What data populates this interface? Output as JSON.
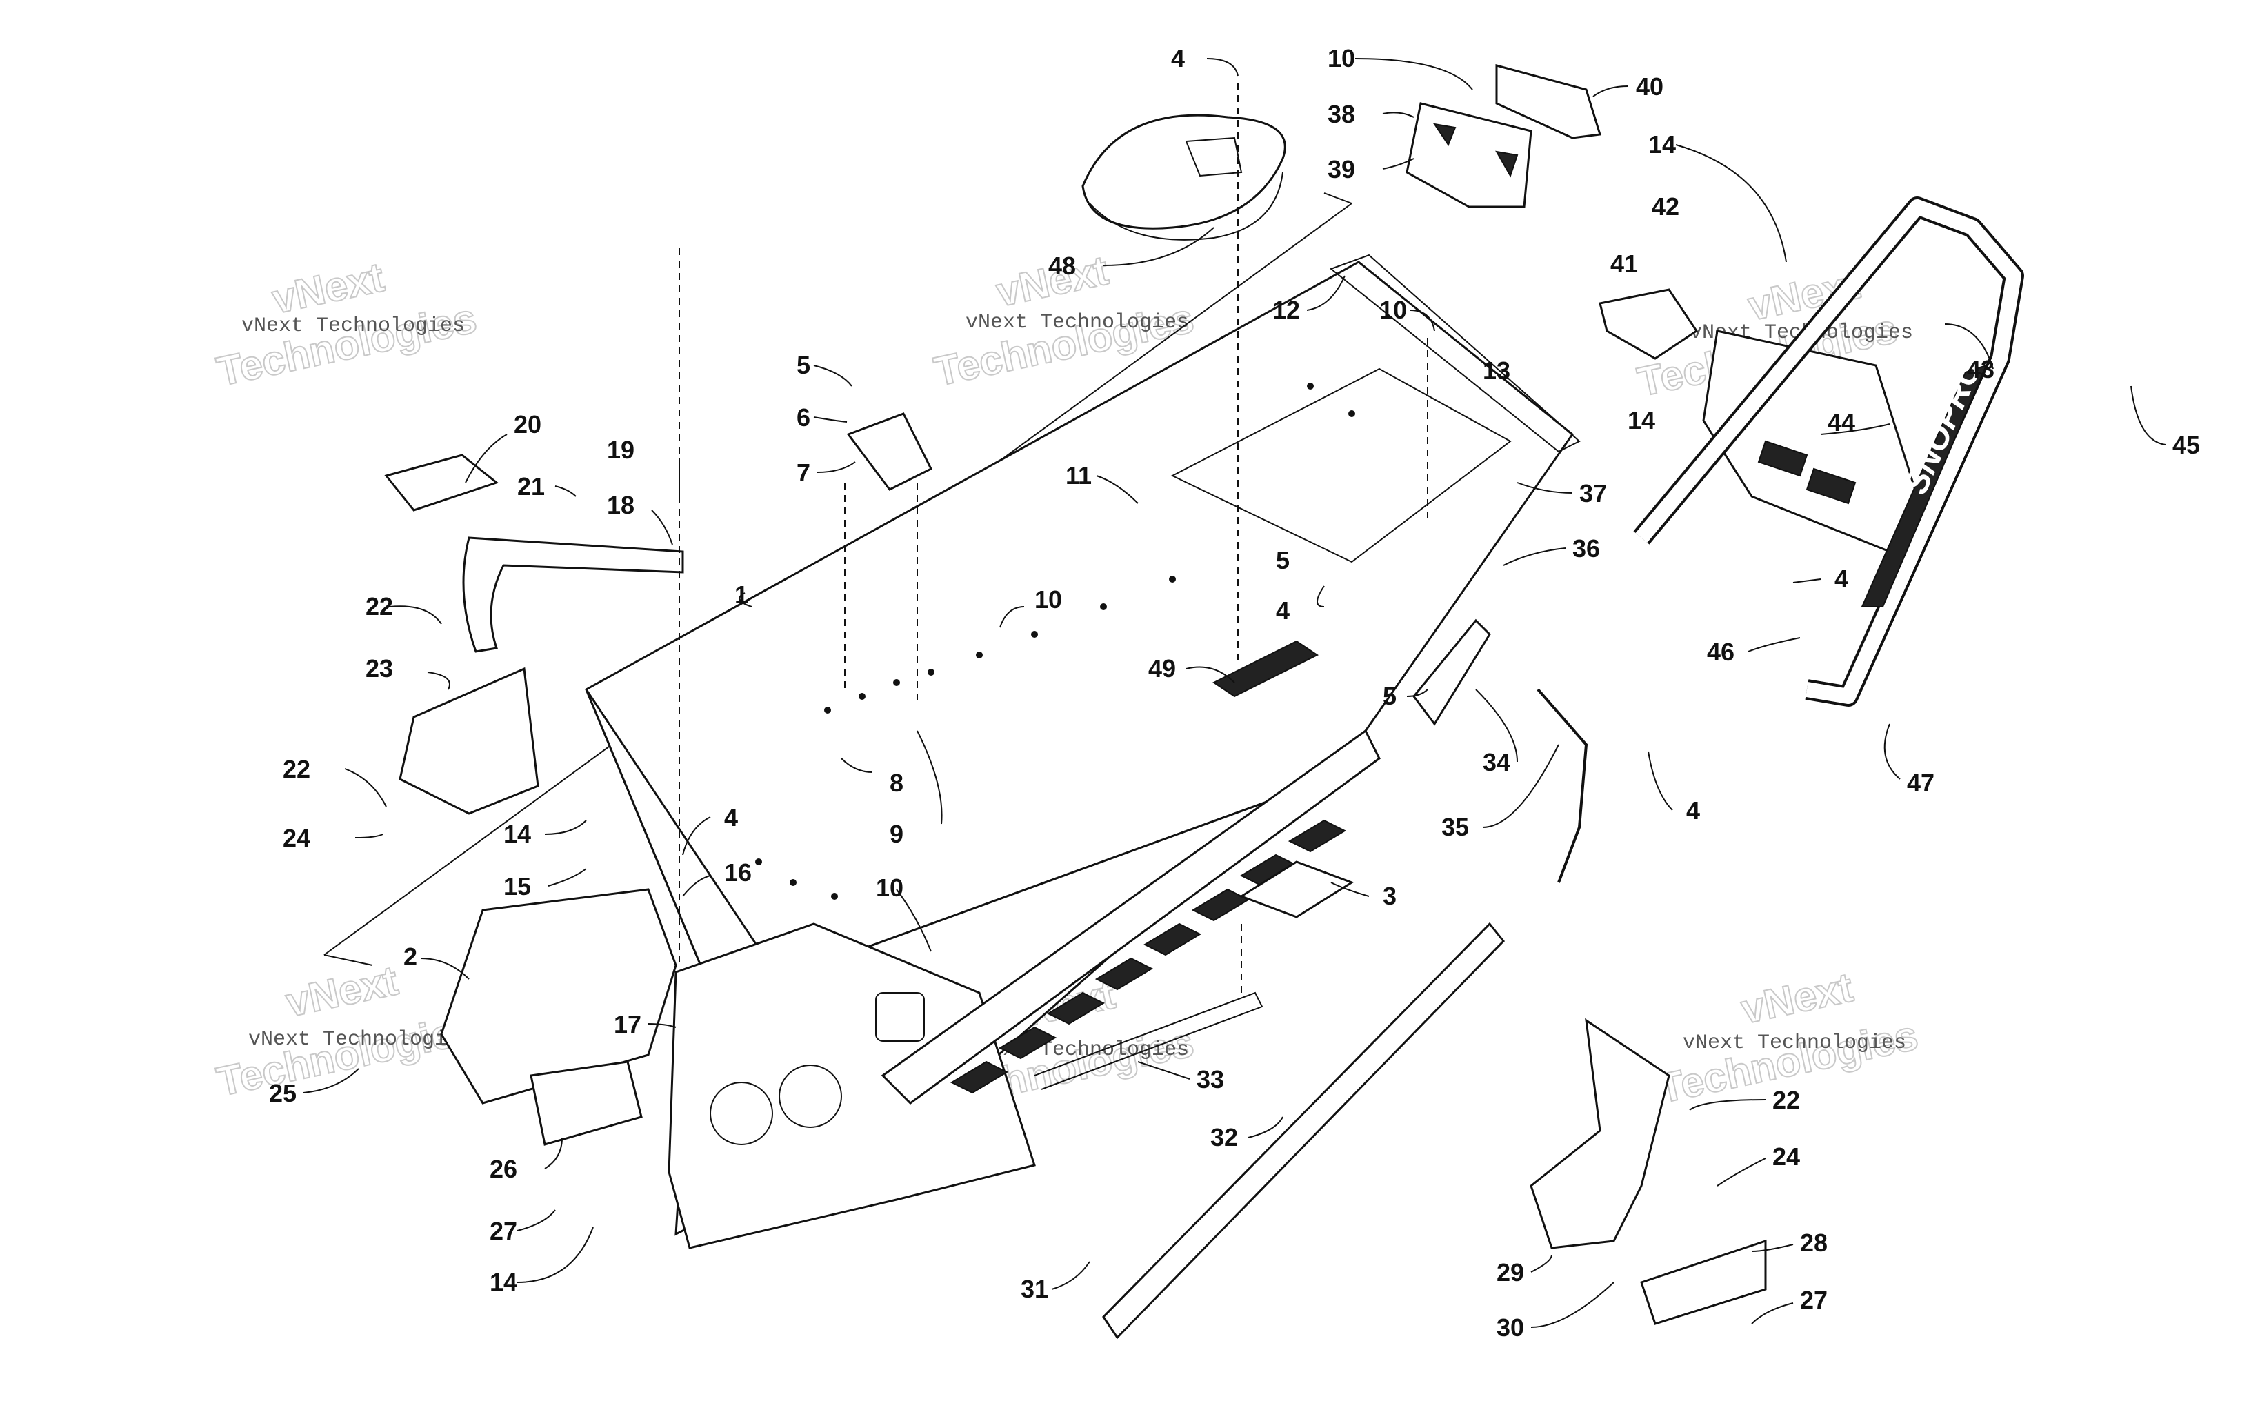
{
  "watermark": {
    "line": "vNext Technologies",
    "big_top": "vNext",
    "big_bottom": "Technologies"
  },
  "logo_text": "SNOPRO",
  "callouts": [
    {
      "id": "c4a",
      "text": "4"
    },
    {
      "id": "c10a",
      "text": "10"
    },
    {
      "id": "c40",
      "text": "40"
    },
    {
      "id": "c38",
      "text": "38"
    },
    {
      "id": "c39",
      "text": "39"
    },
    {
      "id": "c48",
      "text": "48"
    },
    {
      "id": "c14a",
      "text": "14"
    },
    {
      "id": "c42",
      "text": "42"
    },
    {
      "id": "c41",
      "text": "41"
    },
    {
      "id": "c12",
      "text": "12"
    },
    {
      "id": "c10b",
      "text": "10"
    },
    {
      "id": "c13",
      "text": "13"
    },
    {
      "id": "c43",
      "text": "43"
    },
    {
      "id": "c14b",
      "text": "14"
    },
    {
      "id": "c44",
      "text": "44"
    },
    {
      "id": "c45",
      "text": "45"
    },
    {
      "id": "c5a",
      "text": "5"
    },
    {
      "id": "c6",
      "text": "6"
    },
    {
      "id": "c7",
      "text": "7"
    },
    {
      "id": "c11",
      "text": "11"
    },
    {
      "id": "c37",
      "text": "37"
    },
    {
      "id": "c20",
      "text": "20"
    },
    {
      "id": "c21",
      "text": "21"
    },
    {
      "id": "c19",
      "text": "19"
    },
    {
      "id": "c18",
      "text": "18"
    },
    {
      "id": "c1",
      "text": "1"
    },
    {
      "id": "c5b",
      "text": "5"
    },
    {
      "id": "c36",
      "text": "36"
    },
    {
      "id": "c4b",
      "text": "4"
    },
    {
      "id": "c10c",
      "text": "10"
    },
    {
      "id": "c4c",
      "text": "4"
    },
    {
      "id": "c46",
      "text": "46"
    },
    {
      "id": "c22a",
      "text": "22"
    },
    {
      "id": "c23",
      "text": "23"
    },
    {
      "id": "c49",
      "text": "49"
    },
    {
      "id": "c5c",
      "text": "5"
    },
    {
      "id": "c47",
      "text": "47"
    },
    {
      "id": "c8",
      "text": "8"
    },
    {
      "id": "c9",
      "text": "9"
    },
    {
      "id": "c34",
      "text": "34"
    },
    {
      "id": "c22b",
      "text": "22"
    },
    {
      "id": "c24a",
      "text": "24"
    },
    {
      "id": "c14c",
      "text": "14"
    },
    {
      "id": "c4d",
      "text": "4"
    },
    {
      "id": "c35",
      "text": "35"
    },
    {
      "id": "c4e",
      "text": "4"
    },
    {
      "id": "c15",
      "text": "15"
    },
    {
      "id": "c16",
      "text": "16"
    },
    {
      "id": "c3",
      "text": "3"
    },
    {
      "id": "c10d",
      "text": "10"
    },
    {
      "id": "c2",
      "text": "2"
    },
    {
      "id": "c17",
      "text": "17"
    },
    {
      "id": "c25",
      "text": "25"
    },
    {
      "id": "c33",
      "text": "33"
    },
    {
      "id": "c22c",
      "text": "22"
    },
    {
      "id": "c26",
      "text": "26"
    },
    {
      "id": "c32",
      "text": "32"
    },
    {
      "id": "c24b",
      "text": "24"
    },
    {
      "id": "c27a",
      "text": "27"
    },
    {
      "id": "c28",
      "text": "28"
    },
    {
      "id": "c14d",
      "text": "14"
    },
    {
      "id": "c29",
      "text": "29"
    },
    {
      "id": "c31",
      "text": "31"
    },
    {
      "id": "c30",
      "text": "30"
    },
    {
      "id": "c27b",
      "text": "27"
    }
  ]
}
